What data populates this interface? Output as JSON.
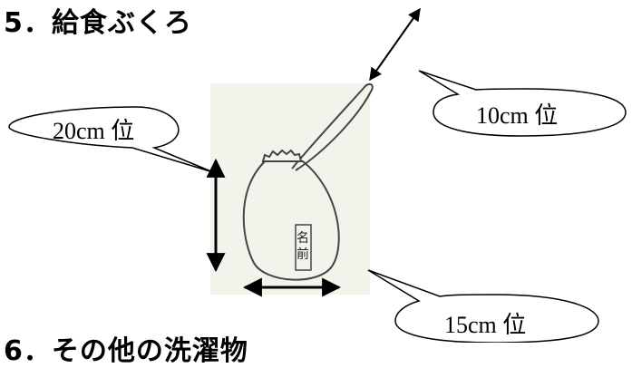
{
  "title": "5．給食ぶくろ",
  "next_heading": "6．その他の洗濯物",
  "bag": {
    "name_tag": "名前"
  },
  "callouts": {
    "height": "20cm 位",
    "strap_margin": "10cm 位",
    "width": "15cm 位"
  },
  "colors": {
    "ink": "#000000",
    "paper": "#f3f3ec",
    "pencil": "#444444"
  }
}
